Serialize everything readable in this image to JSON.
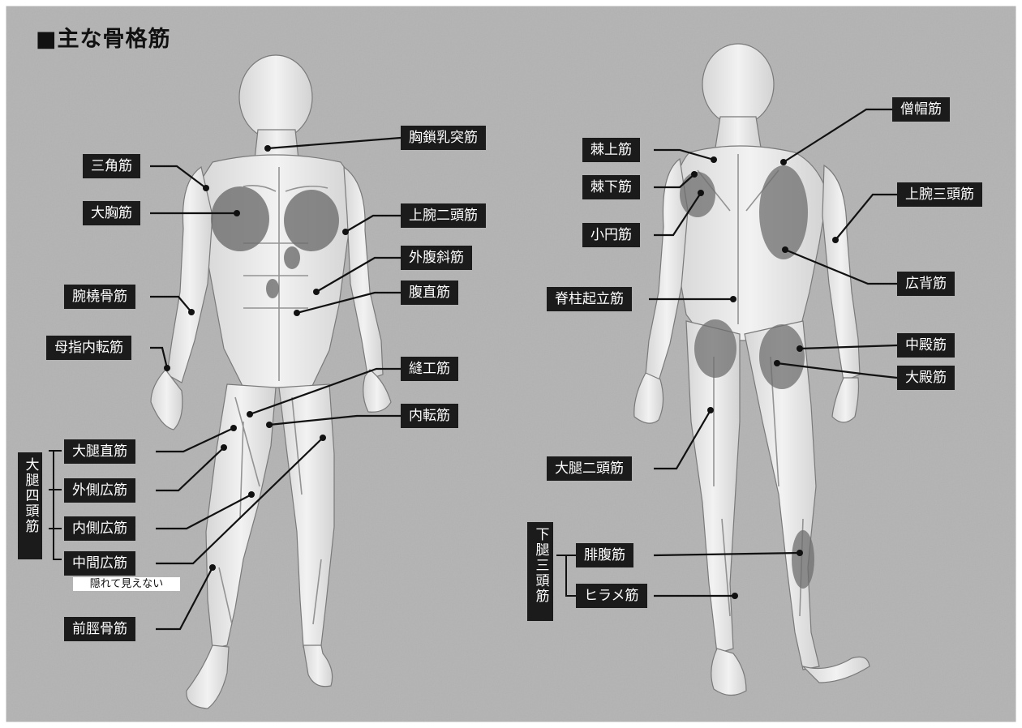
{
  "title": "■主な骨格筋",
  "front": {
    "sternocleidomastoid": "胸鎖乳突筋",
    "deltoid": "三角筋",
    "pectoralis_major": "大胸筋",
    "biceps": "上腕二頭筋",
    "external_oblique": "外腹斜筋",
    "brachioradialis": "腕橈骨筋",
    "rectus_abdominis": "腹直筋",
    "adductor_pollicis": "母指内転筋",
    "sartorius": "縫工筋",
    "adductor": "内転筋",
    "quadriceps_group": "大腿四頭筋",
    "rectus_femoris": "大腿直筋",
    "vastus_lateralis": "外側広筋",
    "vastus_medialis": "内側広筋",
    "vastus_intermedius": "中間広筋",
    "hidden_note": "隠れて見えない",
    "tibialis_anterior": "前脛骨筋"
  },
  "back": {
    "trapezius": "僧帽筋",
    "supraspinatus": "棘上筋",
    "infraspinatus": "棘下筋",
    "teres_minor": "小円筋",
    "triceps": "上腕三頭筋",
    "latissimus_dorsi": "広背筋",
    "erector_spinae": "脊柱起立筋",
    "gluteus_medius": "中殿筋",
    "gluteus_maximus": "大殿筋",
    "biceps_femoris": "大腿二頭筋",
    "triceps_surae_group": "下腿三頭筋",
    "gastrocnemius": "腓腹筋",
    "soleus": "ヒラメ筋"
  },
  "colors": {
    "background": "#b6b6b6",
    "label_bg": "#1b1b1b",
    "label_text": "#ffffff",
    "figure": "#ebebeb",
    "leader": "#111111"
  }
}
